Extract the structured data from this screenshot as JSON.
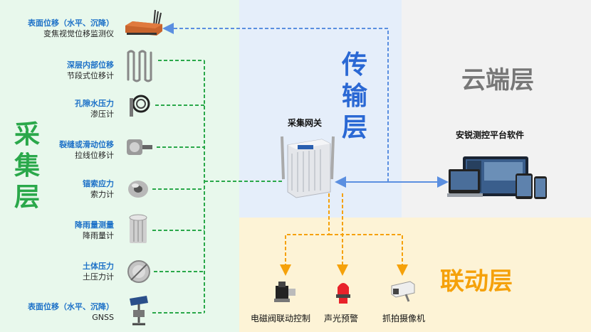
{
  "layers": {
    "acquisition": "采\n集\n层",
    "transmission": "传\n输\n层",
    "cloud": "云端层",
    "linkage": "联动层"
  },
  "sensors": [
    {
      "category": "表面位移（水平、沉降）",
      "name": "变焦视觉位移监测仪",
      "icon": "vision-displacement-monitor"
    },
    {
      "category": "深层内部位移",
      "name": "节段式位移计",
      "icon": "segmented-displacement-meter"
    },
    {
      "category": "孔隙水压力",
      "name": "渗压计",
      "icon": "piezometer"
    },
    {
      "category": "裂缝或滑动位移",
      "name": "拉线位移计",
      "icon": "draw-wire-sensor"
    },
    {
      "category": "锚索应力",
      "name": "索力计",
      "icon": "anchor-cable-meter"
    },
    {
      "category": "降雨量测量",
      "name": "降雨量计",
      "icon": "rain-gauge"
    },
    {
      "category": "土体压力",
      "name": "土压力计",
      "icon": "earth-pressure-cell"
    },
    {
      "category": "表面位移（水平、沉降）",
      "name": "GNSS",
      "icon": "gnss-station"
    }
  ],
  "gateway": {
    "label": "采集网关",
    "icon": "gateway-device"
  },
  "platform": {
    "label": "安锐测控平台软件",
    "icon": "monitoring-platform-screens"
  },
  "linkage_devices": [
    {
      "label": "电磁阀联动控制",
      "icon": "solenoid-valve"
    },
    {
      "label": "声光预警",
      "icon": "alarm-light"
    },
    {
      "label": "抓拍摄像机",
      "icon": "camera"
    }
  ],
  "colors": {
    "acquisition_bg": "#e8f8ec",
    "transmission_bg": "#e5eefa",
    "cloud_bg": "#f2f2f2",
    "linkage_bg": "#fdf3d6",
    "green_line": "#2aa84a",
    "blue_line": "#5b8fe0",
    "orange_line": "#f5a10a",
    "category_text": "#1e72c8"
  }
}
